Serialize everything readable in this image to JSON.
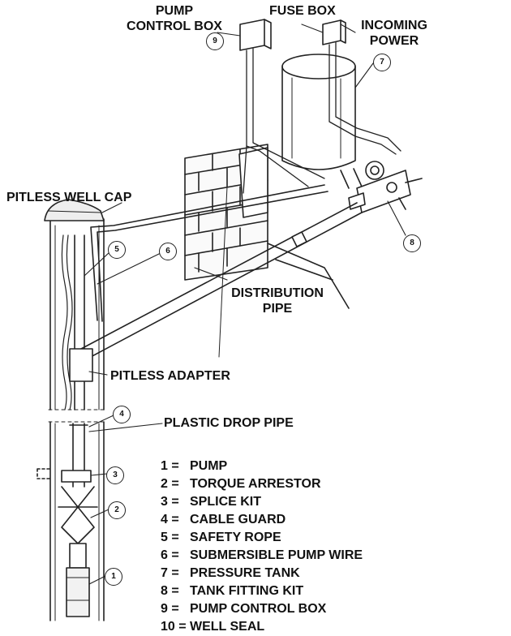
{
  "labels": {
    "pump_control_box": [
      "PUMP",
      "CONTROL BOX"
    ],
    "fuse_box": "FUSE BOX",
    "incoming_power": [
      "INCOMING",
      "POWER"
    ],
    "pitless_well_cap": "PITLESS WELL CAP",
    "distribution_pipe": [
      "DISTRIBUTION",
      "PIPE"
    ],
    "pitless_adapter": "PITLESS ADAPTER",
    "plastic_drop_pipe": "PLASTIC DROP PIPE"
  },
  "callouts": [
    "9",
    "7",
    "8",
    "5",
    "6",
    "4",
    "3",
    "2",
    "1"
  ],
  "legend": [
    {
      "num": "1 =",
      "text": "PUMP"
    },
    {
      "num": "2 =",
      "text": "TORQUE ARRESTOR"
    },
    {
      "num": "3 =",
      "text": "SPLICE KIT"
    },
    {
      "num": "4 =",
      "text": "CABLE GUARD"
    },
    {
      "num": "5 =",
      "text": "SAFETY ROPE"
    },
    {
      "num": "6 =",
      "text": "SUBMERSIBLE PUMP WIRE"
    },
    {
      "num": "7 =",
      "text": "PRESSURE TANK"
    },
    {
      "num": "8 =",
      "text": "TANK FITTING KIT"
    },
    {
      "num": "9 =",
      "text": "PUMP CONTROL BOX"
    },
    {
      "num": "10 =",
      "text": "WELL SEAL"
    }
  ]
}
